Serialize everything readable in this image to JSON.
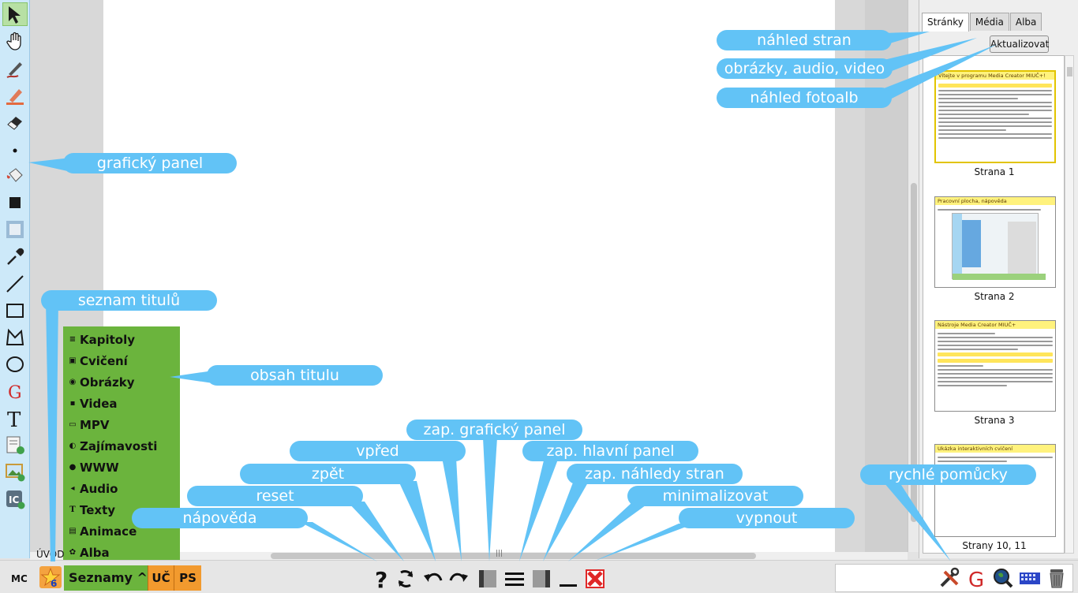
{
  "tabs": [
    "Stránky",
    "Média",
    "Alba"
  ],
  "refresh_button": "Aktualizovat",
  "pages": [
    {
      "title": "Vítejte v programu Media Creator MIUČ+!",
      "label": "Strana 1"
    },
    {
      "title": "Pracovní plocha, nápověda",
      "label": "Strana 2"
    },
    {
      "title": "Nástroje Media Creator MIUČ+",
      "label": "Strana 3"
    },
    {
      "title": "Ukázka interaktivních cvičení",
      "label": "Strany 10, 11"
    }
  ],
  "lists_menu": [
    {
      "label": "Kapitoly",
      "icon": "list-icon"
    },
    {
      "label": "Cvičení",
      "icon": "exercise-icon"
    },
    {
      "label": "Obrázky",
      "icon": "camera-icon"
    },
    {
      "label": "Videa",
      "icon": "video-icon"
    },
    {
      "label": "MPV",
      "icon": "mpv-icon"
    },
    {
      "label": "Zajímavosti",
      "icon": "bulb-icon"
    },
    {
      "label": "WWW",
      "icon": "globe-icon"
    },
    {
      "label": "Audio",
      "icon": "speaker-icon"
    },
    {
      "label": "Texty",
      "icon": "text-icon"
    },
    {
      "label": "Animace",
      "icon": "film-icon"
    },
    {
      "label": "Alba",
      "icon": "album-icon"
    }
  ],
  "bottom": {
    "mc": "MC",
    "star_badge": "6",
    "lists_button": "Seznamy ^",
    "uc_button": "UČ",
    "ps_button": "PS",
    "uvod": "ÚVOD"
  },
  "callouts": {
    "graficky_panel": "grafický panel",
    "seznam_titulu": "seznam titulů",
    "obsah_titulu": "obsah titulu",
    "nahled_stran": "náhled stran",
    "obrazky_audio_video": "obrázky, audio, video",
    "nahled_fotoalb": "náhled fotoalb",
    "zap_graficky_panel": "zap. grafický panel",
    "vpred": "vpřed",
    "zap_hlavni_panel": "zap. hlavní panel",
    "zpet": "zpět",
    "zap_nahledy_stran": "zap. náhledy stran",
    "reset": "reset",
    "minimalizovat": "minimalizovat",
    "napoveda": "nápověda",
    "vypnout": "vypnout",
    "rychle_pomucky": "rychlé pomůcky"
  },
  "colors": {
    "callout": "#62c3f6",
    "menu_green": "#6bb43d",
    "orange": "#f29a2e",
    "toolbar_blue": "#cde9f9"
  }
}
